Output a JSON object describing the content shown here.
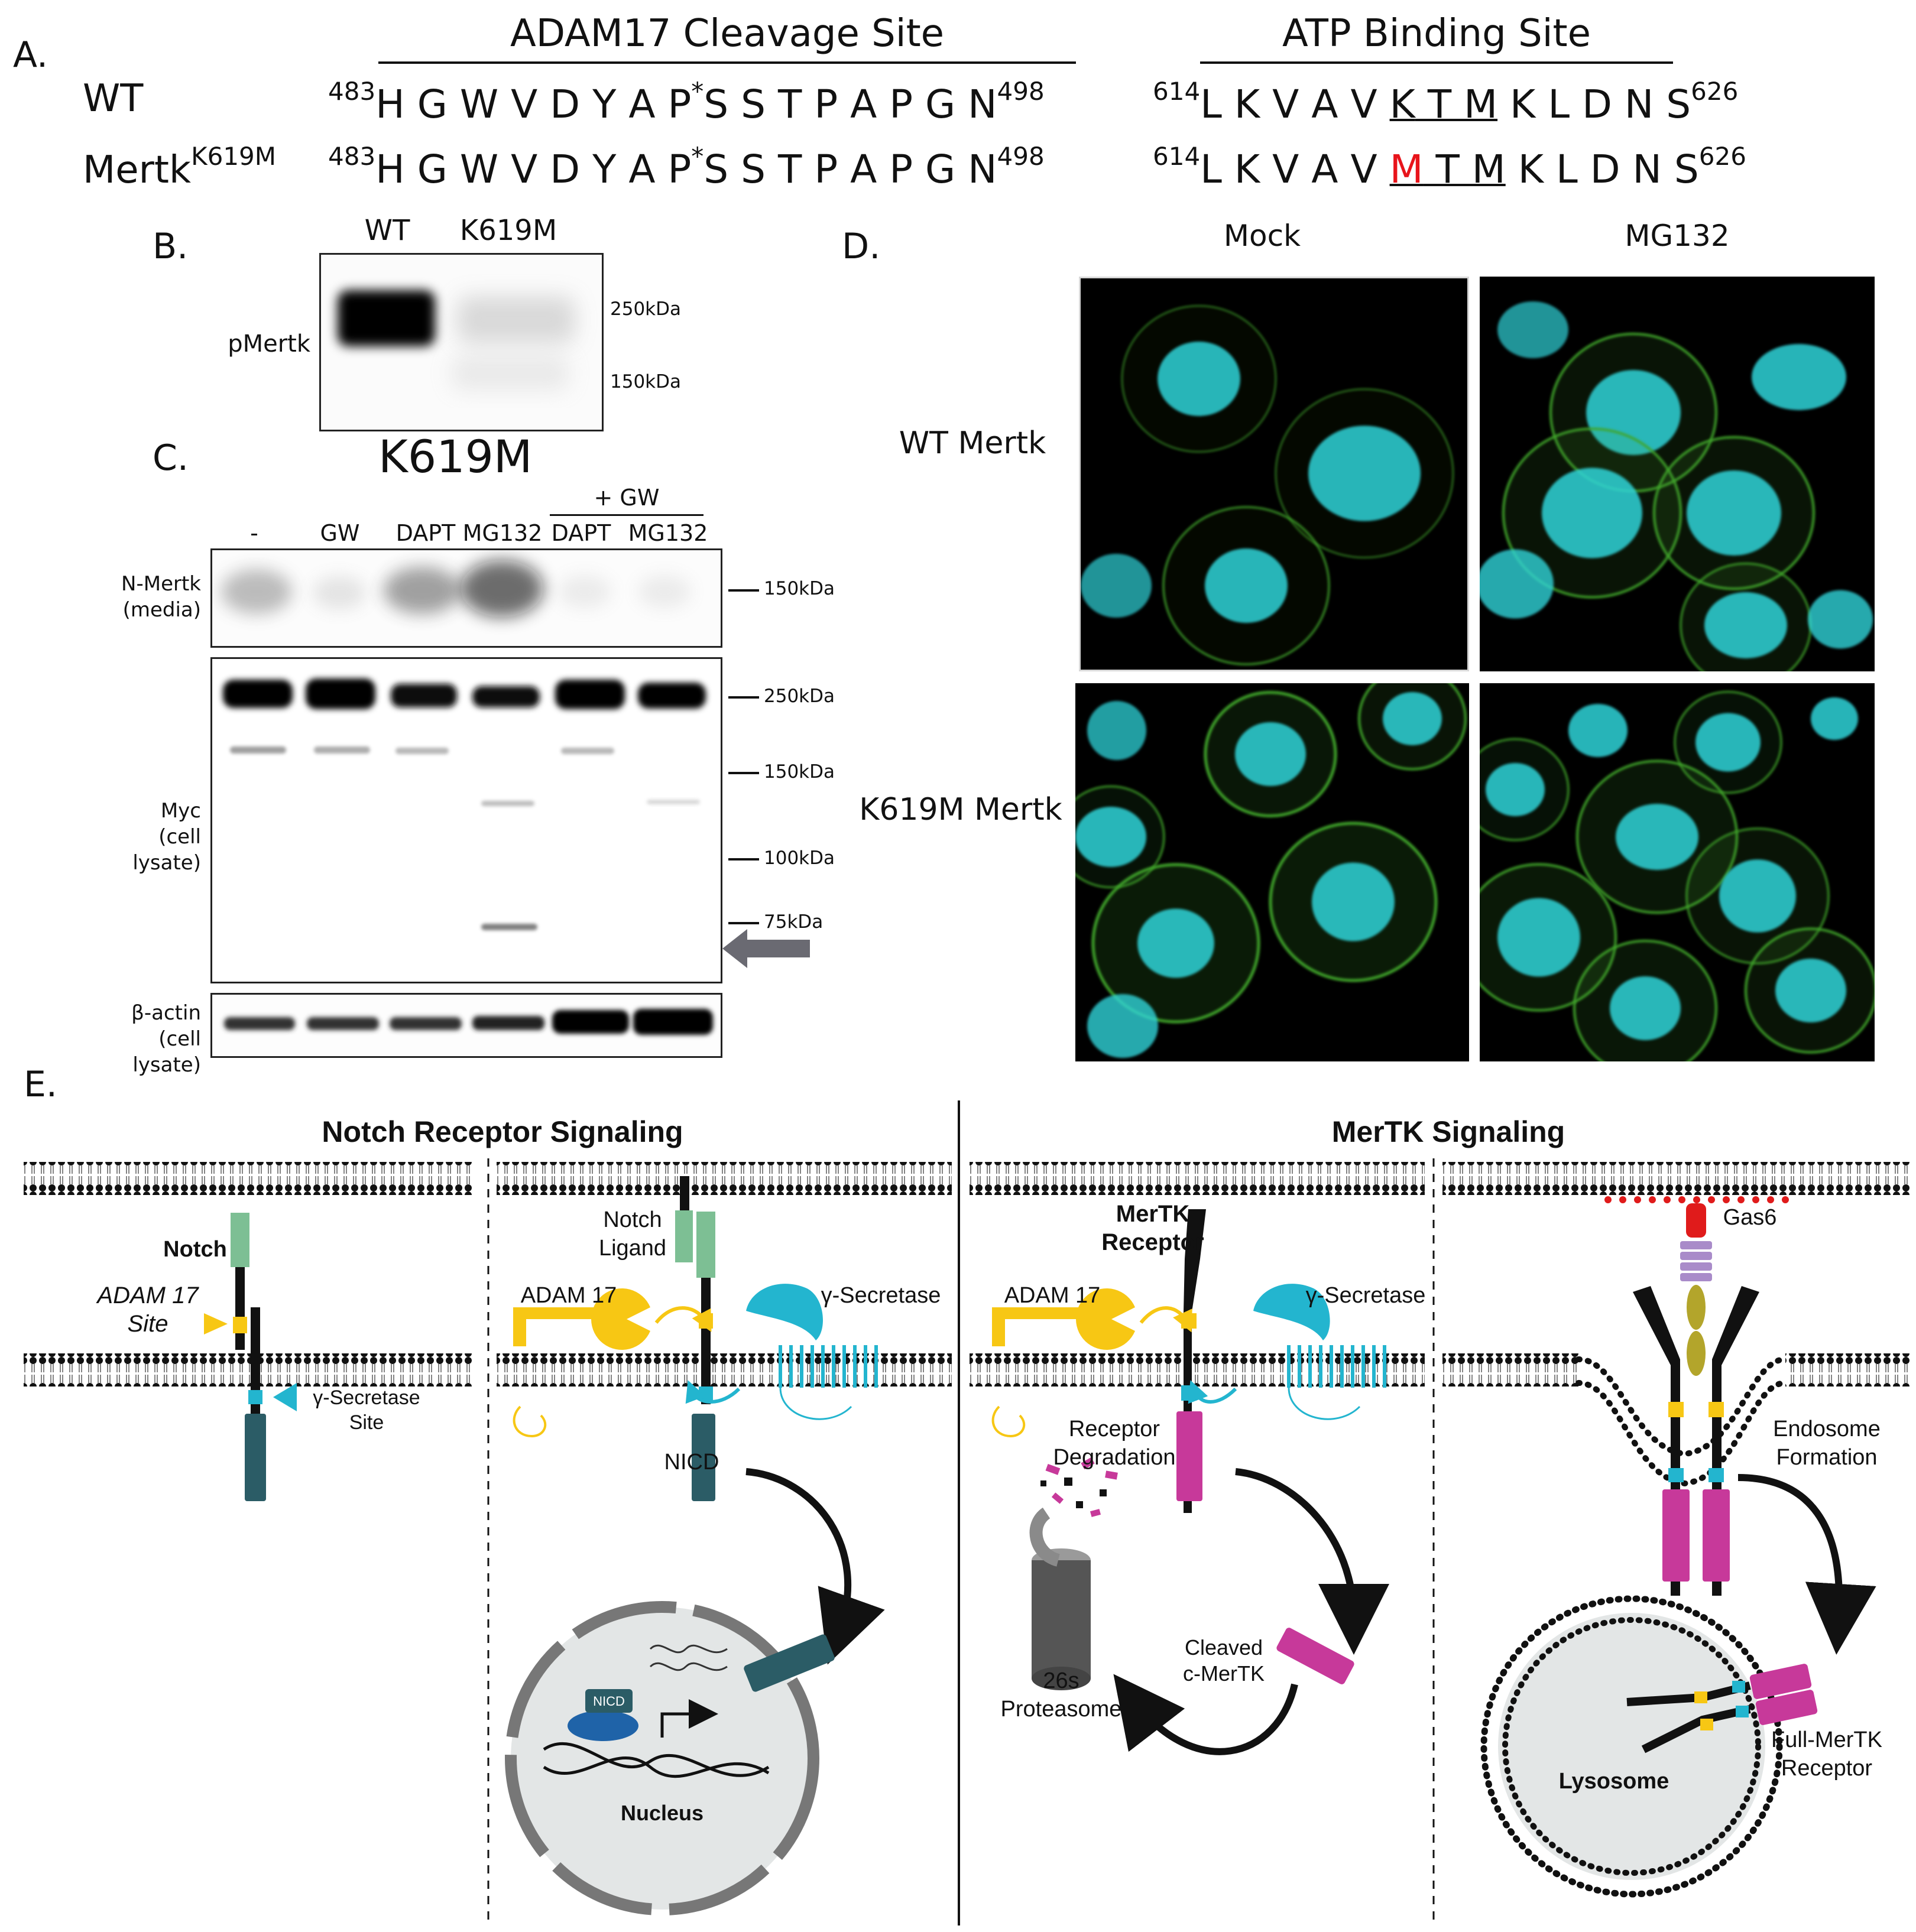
{
  "panels": {
    "a": "A.",
    "b": "B.",
    "c": "C.",
    "d": "D.",
    "e": "E."
  },
  "panel_a": {
    "header_left": "ADAM17 Cleavage Site",
    "header_right": "ATP Binding Site",
    "rows": [
      {
        "label": "WT",
        "label_sup": "",
        "start_left": "483",
        "seq_pre": "H G W V D Y A P",
        "star": "*",
        "seq_post": "S S T P A P G N",
        "end_left": "498",
        "start_right": "614",
        "right_pre": "L K V A V ",
        "right_mut": "K",
        "right_mid": " T M",
        "right_post": "K L D N S",
        "end_right": "626"
      },
      {
        "label": "Mertk",
        "label_sup": "K619M",
        "start_left": "483",
        "seq_pre": "H G W V D Y A P",
        "star": "*",
        "seq_post": "S S T P A P G N",
        "end_left": "498",
        "start_right": "614",
        "right_pre": "L K V A V ",
        "right_mut": "M",
        "right_mid": " T M",
        "right_post": "K L D N S",
        "end_right": "626"
      }
    ],
    "mutation_color": "#e8141b"
  },
  "panel_b": {
    "lanes": [
      "WT",
      "K619M"
    ],
    "row_label": "pMertk",
    "markers": [
      "250kDa",
      "150kDa"
    ]
  },
  "panel_c": {
    "title": "K619M",
    "gw_group": "+ GW",
    "lanes": [
      "-",
      "GW",
      "DAPT",
      "MG132",
      "DAPT",
      "MG132"
    ],
    "blots": [
      {
        "label": "N-Mertk\n(media)",
        "markers": [
          "150kDa"
        ]
      },
      {
        "label": "Myc\n(cell lysate)",
        "markers": [
          "250kDa",
          "150kDa",
          "100kDa",
          "75kDa"
        ]
      },
      {
        "label": "β-actin\n(cell lysate)",
        "markers": []
      }
    ]
  },
  "panel_d": {
    "columns": [
      "Mock",
      "MG132"
    ],
    "rows": [
      "WT Mertk",
      "K619M Mertk"
    ],
    "membrane_color": "#3fa52a",
    "nucleus_color": "#2fd3d8"
  },
  "panel_e": {
    "left_title": "Notch Receptor Signaling",
    "right_title": "MerTK Signaling",
    "labels": {
      "notch": "Notch",
      "adam17_site": "ADAM 17\nSite",
      "gamma_site": "γ-Secretase\nSite",
      "notch_ligand": "Notch\nLigand",
      "adam17_a": "ADAM 17",
      "gamma_secretase_a": "γ-Secretase",
      "nicd": "NICD",
      "nicd_box": "NICD",
      "nucleus": "Nucleus",
      "mertk_receptor": "MerTK\nReceptor",
      "adam17_b": "ADAM 17",
      "gamma_secretase_b": "γ-Secretase",
      "receptor_degradation": "Receptor\nDegradation",
      "proteasome": "26s\nProteasome",
      "cleaved_mertk": "Cleaved\nc-MerTK",
      "gas6": "Gas6",
      "endosome": "Endosome\nFormation",
      "lysosome": "Lysosome",
      "full_mertk": "Full-MerTK\nReceptor"
    },
    "colors": {
      "notch_green": "#7dbf94",
      "adam_yellow": "#f7c714",
      "gamma_cyan": "#23b5cf",
      "nicd_teal": "#2b5c66",
      "mertk_magenta": "#c7399a",
      "gas6_red": "#e01b1b",
      "egf_purple": "#a98bc9",
      "lg_olive": "#b3a52b"
    }
  }
}
